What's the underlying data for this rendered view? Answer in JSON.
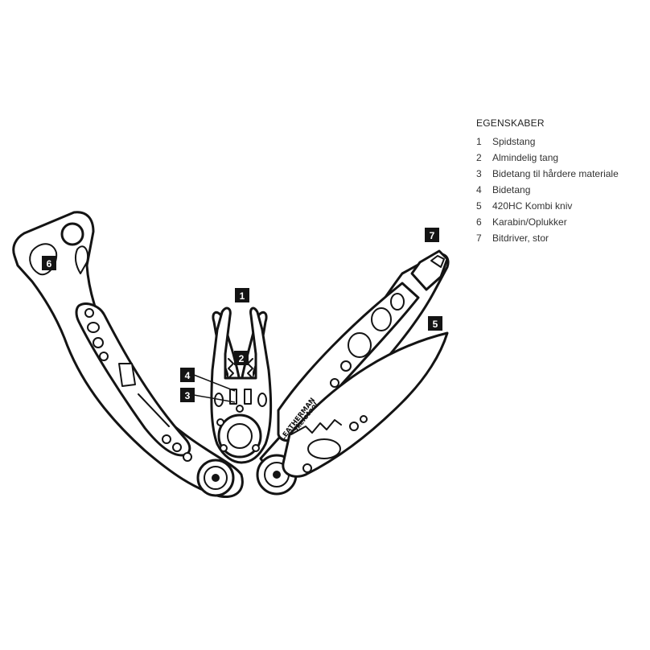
{
  "legend": {
    "title": "EGENSKABER",
    "items": [
      {
        "num": "1",
        "label": "Spidstang"
      },
      {
        "num": "2",
        "label": "Almindelig tang"
      },
      {
        "num": "3",
        "label": "Bidetang til hårdere materiale"
      },
      {
        "num": "4",
        "label": "Bidetang"
      },
      {
        "num": "5",
        "label": "420HC Kombi kniv"
      },
      {
        "num": "6",
        "label": "Karabin/Oplukker"
      },
      {
        "num": "7",
        "label": "Bitdriver, stor"
      }
    ]
  },
  "callouts": {
    "c1": "1",
    "c2": "2",
    "c3": "3",
    "c4": "4",
    "c5": "5",
    "c6": "6",
    "c7": "7"
  },
  "tool": {
    "brand_text": "LEATHERMAN",
    "model_text": "Skeletool"
  },
  "colors": {
    "ink": "#141414",
    "legend_text": "#333333",
    "background": "#ffffff"
  }
}
